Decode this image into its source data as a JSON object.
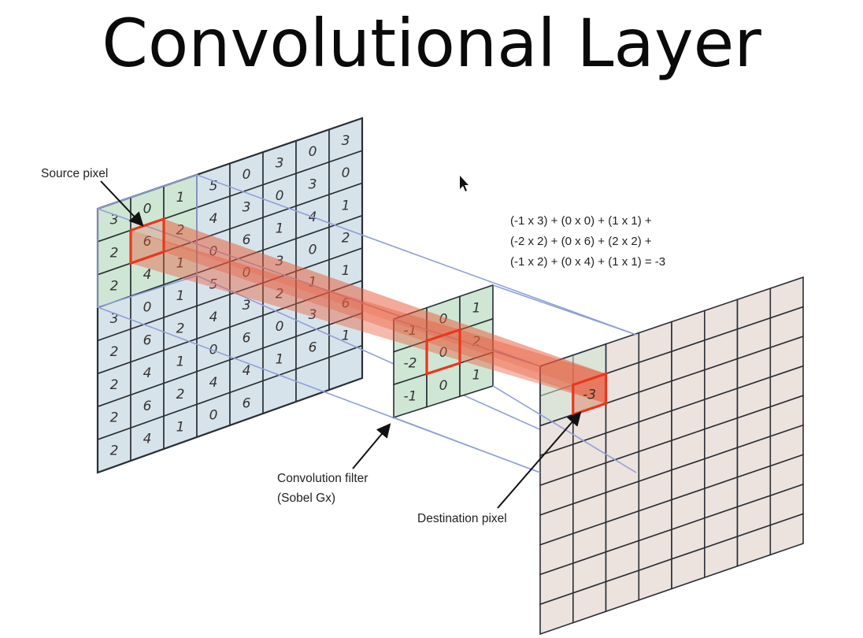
{
  "title": "Convolutional Layer",
  "labels": {
    "source": "Source pixel",
    "filter_line1": "Convolution filter",
    "filter_line2": "(Sobel Gx)",
    "destination": "Destination pixel"
  },
  "equation": [
    "(-1 x 3) + (0 x 0) + (1 x 1) +",
    "(-2 x 2) + (0 x 6) + (2 x 2) +",
    "(-1 x 2) + (0 x 4) + (1 x 1)  = -3"
  ],
  "source_grid": [
    [
      "3",
      "0",
      "1",
      "5",
      "0",
      "3",
      "0",
      "3"
    ],
    [
      "2",
      "6",
      "2",
      "4",
      "3",
      "0",
      "3",
      "0"
    ],
    [
      "2",
      "4",
      "1",
      "0",
      "6",
      "1",
      "4",
      "1"
    ],
    [
      "3",
      "0",
      "1",
      "5",
      "0",
      "3",
      "0",
      "2"
    ],
    [
      "2",
      "6",
      "2",
      "4",
      "3",
      "2",
      "1",
      "1"
    ],
    [
      "2",
      "4",
      "1",
      "0",
      "6",
      "0",
      "3",
      "6"
    ],
    [
      "2",
      "6",
      "2",
      "4",
      "4",
      "1",
      "6",
      "1"
    ],
    [
      "2",
      "4",
      "1",
      "0",
      "6",
      "",
      "",
      ""
    ]
  ],
  "filter": [
    [
      "-1",
      "0",
      "1"
    ],
    [
      "-2",
      "0",
      "2"
    ],
    [
      "-1",
      "0",
      "1"
    ]
  ],
  "destination_value": "-3",
  "colors": {
    "grid_fill": "#d7e3ea",
    "window_fill": "#cfe6d4",
    "dest_fill": "#ece2de",
    "highlight": "#e8371c",
    "beam": "#e85a3a",
    "guide": "#8fa0d8"
  }
}
